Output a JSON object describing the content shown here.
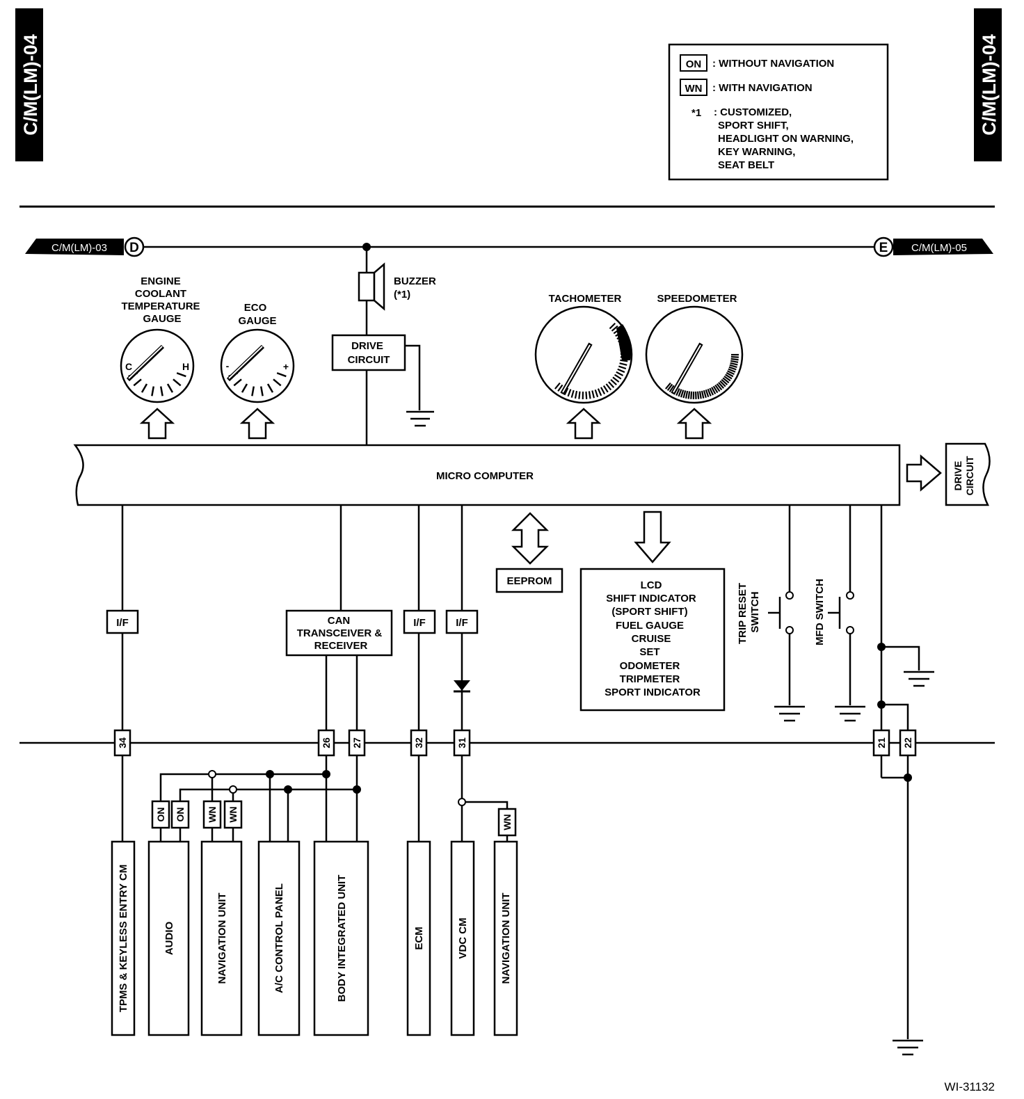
{
  "page_tab_left": "C/M(LM)-04",
  "page_tab_right": "C/M(LM)-04",
  "legend": {
    "on_tag": "ON",
    "on_text": ": WITHOUT NAVIGATION",
    "wn_tag": "WN",
    "wn_text": ": WITH NAVIGATION",
    "note_mark": "*1",
    "note_lines": [
      ": CUSTOMIZED,",
      "SPORT SHIFT,",
      "HEADLIGHT ON WARNING,",
      "KEY WARNING,",
      "SEAT BELT"
    ]
  },
  "connectors": {
    "left_ref": "C/M(LM)-03",
    "left_letter": "D",
    "right_ref": "C/M(LM)-05",
    "right_letter": "E"
  },
  "gauges": {
    "coolant_label": [
      "ENGINE",
      "COOLANT",
      "TEMPERATURE",
      "GAUGE"
    ],
    "coolant_low": "C",
    "coolant_high": "H",
    "eco_label": [
      "ECO",
      "GAUGE"
    ],
    "eco_low": "-",
    "eco_high": "+",
    "tachometer": "TACHOMETER",
    "speedometer": "SPEEDOMETER"
  },
  "buzzer": {
    "label": "BUZZER",
    "note": "(*1)"
  },
  "drive_circuit_top": [
    "DRIVE",
    "CIRCUIT"
  ],
  "drive_circuit_right": [
    "DRIVE",
    "CIRCUIT"
  ],
  "micro_computer": "MICRO COMPUTER",
  "eeprom": "EEPROM",
  "lcd_lines": [
    "LCD",
    "SHIFT INDICATOR",
    "(SPORT SHIFT)",
    "FUEL GAUGE",
    "CRUISE",
    "SET",
    "ODOMETER",
    "TRIPMETER",
    "SPORT INDICATOR"
  ],
  "switches": {
    "trip_reset": [
      "TRIP RESET",
      "SWITCH"
    ],
    "mfd": "MFD SWITCH"
  },
  "interfaces": {
    "if": "I/F",
    "can": [
      "CAN",
      "TRANSCEIVER &",
      "RECEIVER"
    ]
  },
  "pins": [
    "34",
    "26",
    "27",
    "32",
    "31",
    "21",
    "22"
  ],
  "tags": {
    "on": "ON",
    "wn": "WN"
  },
  "units": [
    "TPMS & KEYLESS ENTRY CM",
    "AUDIO",
    "NAVIGATION UNIT",
    "A/C CONTROL PANEL",
    "BODY INTEGRATED UNIT",
    "ECM",
    "VDC CM",
    "NAVIGATION UNIT"
  ],
  "figure_id": "WI-31132"
}
